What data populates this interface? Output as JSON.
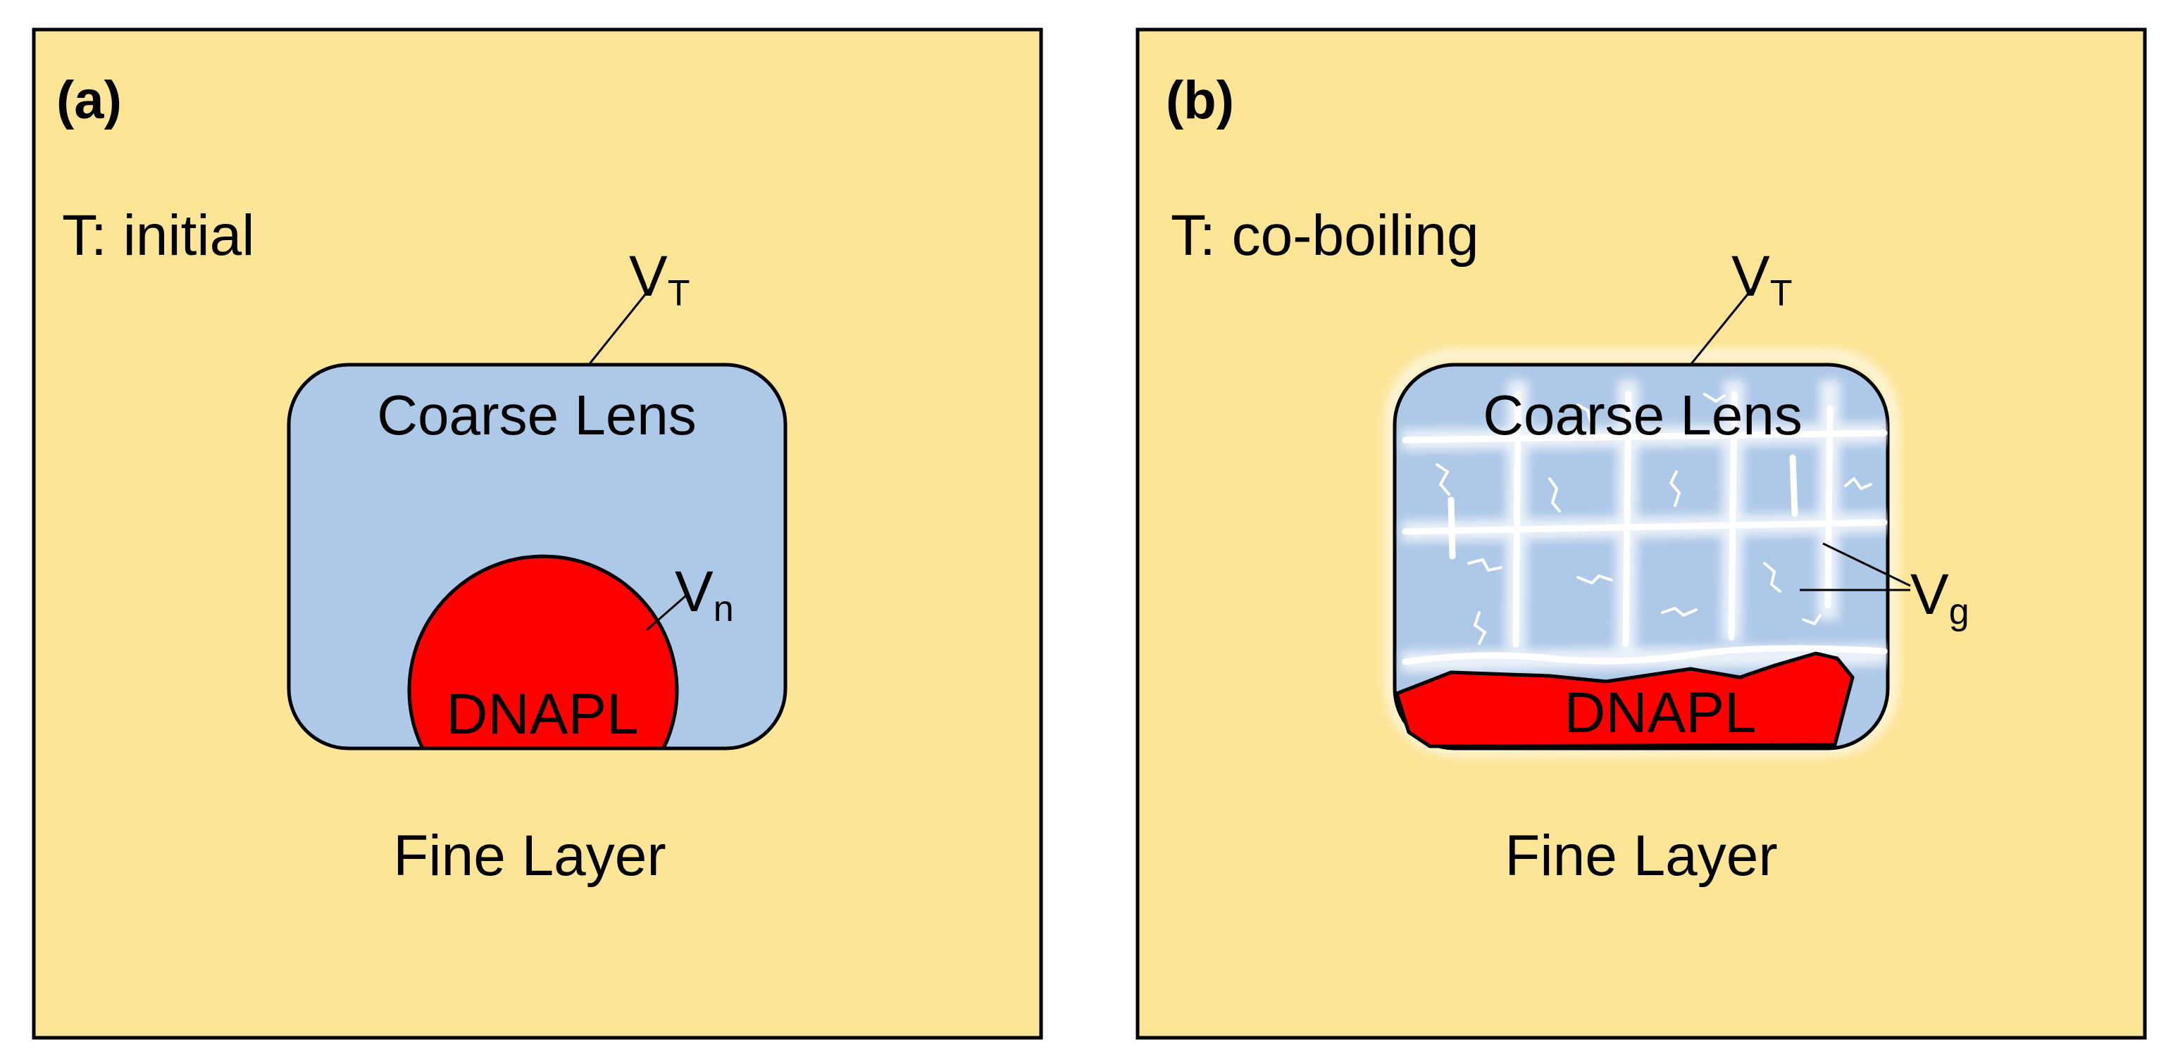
{
  "colors": {
    "background": "#FDE598",
    "lens": "#AEC8E8",
    "dnapl": "#FF0000",
    "outline": "#000000",
    "gas": "#FFFFFF"
  },
  "panels": [
    {
      "label": "(a)",
      "condition": "T: initial",
      "total_volume": {
        "main": "V",
        "sub": "T"
      },
      "phase_volume": {
        "main": "V",
        "sub": "n"
      },
      "lens_label": "Coarse Lens",
      "dnapl_label": "DNAPL",
      "layer_label": "Fine Layer"
    },
    {
      "label": "(b)",
      "condition": "T: co-boiling",
      "total_volume": {
        "main": "V",
        "sub": "T"
      },
      "phase_volume": {
        "main": "V",
        "sub": "g"
      },
      "lens_label": "Coarse Lens",
      "dnapl_label": "DNAPL",
      "layer_label": "Fine Layer"
    }
  ]
}
